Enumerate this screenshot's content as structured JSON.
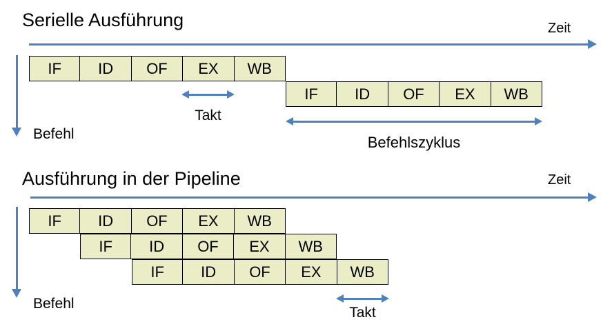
{
  "colors": {
    "accent_blue": "#4F81BD",
    "box_fill": "#EAEDC6",
    "box_border": "#000000"
  },
  "sections": [
    {
      "title": "Serielle Ausführung",
      "time_axis_label": "Zeit",
      "instruction_axis_label": "Befehl",
      "rows": [
        {
          "stages": [
            "IF",
            "ID",
            "OF",
            "EX",
            "WB"
          ]
        },
        {
          "stages": [
            "IF",
            "ID",
            "OF",
            "EX",
            "WB"
          ]
        }
      ],
      "annotations": {
        "clock_cycle": "Takt",
        "instruction_cycle": "Befehlszyklus"
      }
    },
    {
      "title": "Ausführung in der Pipeline",
      "time_axis_label": "Zeit",
      "instruction_axis_label": "Befehl",
      "rows": [
        {
          "stages": [
            "IF",
            "ID",
            "OF",
            "EX",
            "WB"
          ]
        },
        {
          "stages": [
            "IF",
            "ID",
            "OF",
            "EX",
            "WB"
          ]
        },
        {
          "stages": [
            "IF",
            "ID",
            "OF",
            "EX",
            "WB"
          ]
        }
      ],
      "annotations": {
        "clock_cycle": "Takt"
      }
    }
  ]
}
